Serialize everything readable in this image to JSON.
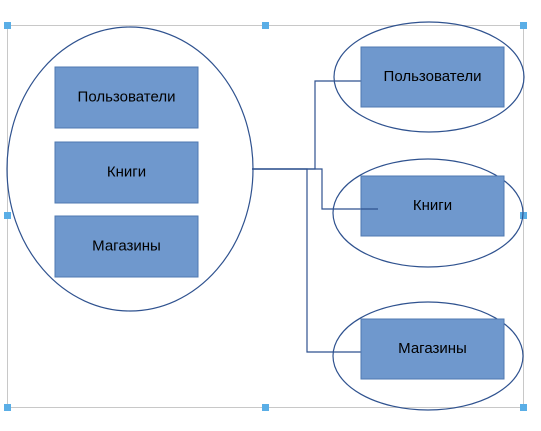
{
  "diagram": {
    "source_group": {
      "items": [
        {
          "label": "Пользователи"
        },
        {
          "label": "Книги"
        },
        {
          "label": "Магазины"
        }
      ]
    },
    "targets": [
      {
        "label": "Пользователи"
      },
      {
        "label": "Книги"
      },
      {
        "label": "Магазины"
      }
    ]
  },
  "colors": {
    "box_fill": "#6f98cd",
    "box_border": "#4f79b1",
    "ellipse_stroke": "#2f528f",
    "connector": "#2f528f",
    "frame": "#c8c8c8",
    "handle": "#5aaee6"
  }
}
